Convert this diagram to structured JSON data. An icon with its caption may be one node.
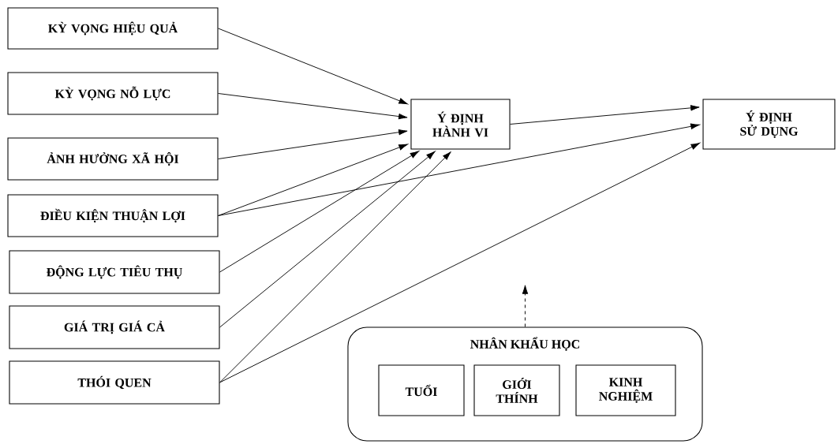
{
  "diagram": {
    "nodes": [
      {
        "text": [
          "KỲ VỌNG HIỆU QUẢ"
        ]
      },
      {
        "text": [
          "KỲ VỌNG NỖ LỰC"
        ]
      },
      {
        "text": [
          "ẢNH HƯỞNG XÃ HỘI"
        ]
      },
      {
        "text": [
          "ĐIỀU KIỆN THUẬN LỢI"
        ]
      },
      {
        "text": [
          "ĐỘNG LỰC TIÊU THỤ"
        ]
      },
      {
        "text": [
          "GIÁ TRỊ GIÁ CẢ"
        ]
      },
      {
        "text": [
          "THÓI QUEN"
        ]
      },
      {
        "text": [
          "Ý ĐỊNH HÀNH VI"
        ]
      },
      {
        "text": [
          "Ý ĐỊNH SỬ DỤNG"
        ]
      },
      {
        "text": [
          "NHÂN KHẨU HỌC"
        ]
      },
      {
        "text": [
          "TUỔI"
        ],
        "in": 9
      },
      {
        "text": [
          "GIỚI THÍNH"
        ],
        "in": 9
      },
      {
        "text": [
          "KINH NGHIỆM"
        ],
        "in": 9
      }
    ],
    "edges": [
      {
        "from": 0,
        "to": 7,
        "arrow": "to"
      },
      {
        "from": 1,
        "to": 7,
        "arrow": "to"
      },
      {
        "from": 2,
        "to": 7,
        "arrow": "to"
      },
      {
        "from": 3,
        "to": 7,
        "arrow": "to"
      },
      {
        "from": 4,
        "to": 7,
        "arrow": "to"
      },
      {
        "from": 5,
        "to": 7,
        "arrow": "to"
      },
      {
        "from": 6,
        "to": 7,
        "arrow": "to"
      },
      {
        "from": 7,
        "to": 8,
        "arrow": "to"
      },
      {
        "from": 3,
        "to": 8,
        "arrow": "to"
      },
      {
        "from": 6,
        "to": 8,
        "arrow": "to"
      },
      {
        "from": 9,
        "to": null,
        "arrow": "to",
        "style": "dashed"
      }
    ]
  }
}
